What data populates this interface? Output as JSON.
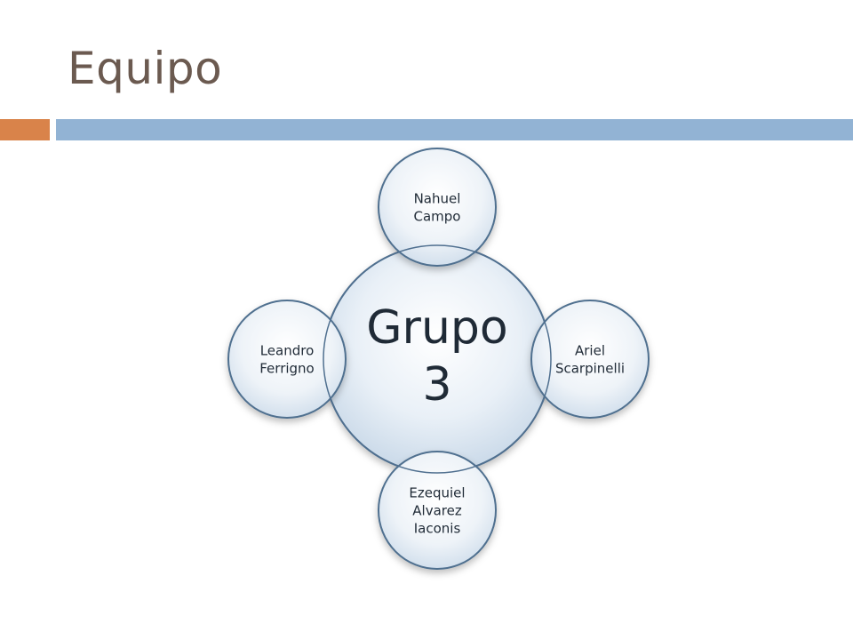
{
  "slide": {
    "title": "Equipo"
  },
  "colors": {
    "title": "#6b5a50",
    "accent_orange": "#d9834a",
    "accent_blue": "#92b3d4",
    "circle_stroke": "#4f6f8f",
    "center_fill": "#d9e4ef",
    "satellite_fill": "#dfe8f1"
  },
  "diagram": {
    "center": {
      "lines": [
        "Grupo",
        "3"
      ]
    },
    "satellites": [
      {
        "id": "top",
        "lines": [
          "Nahuel",
          "Campo"
        ]
      },
      {
        "id": "right",
        "lines": [
          "Ariel",
          "Scarpinelli"
        ]
      },
      {
        "id": "bottom",
        "lines": [
          "Ezequiel",
          "Alvarez",
          "Iaconis"
        ]
      },
      {
        "id": "left",
        "lines": [
          "Leandro",
          "Ferrigno"
        ]
      }
    ]
  }
}
